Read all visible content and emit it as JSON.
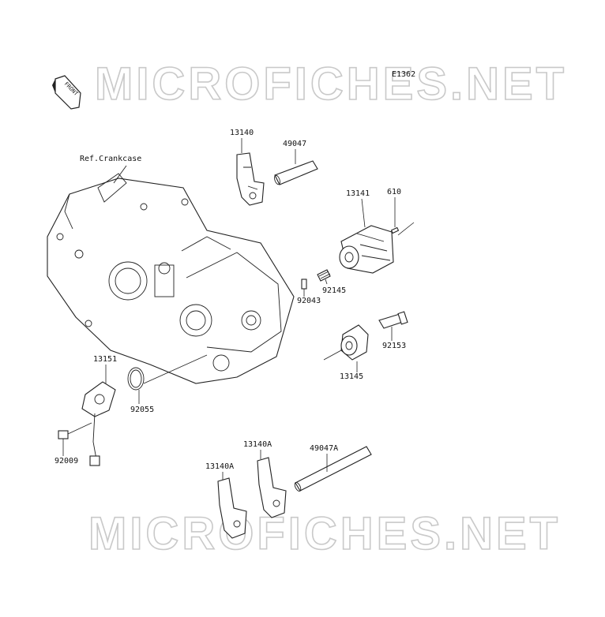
{
  "diagram_code": "E1362",
  "watermark_text": "MICROFICHES.NET",
  "front_badge": "FRONT",
  "reference": "Ref.Crankcase",
  "parts": {
    "p13140": "13140",
    "p49047": "49047",
    "p13141": "13141",
    "p610": "610",
    "p92145": "92145",
    "p92043": "92043",
    "p92153": "92153",
    "p13145": "13145",
    "p13151": "13151",
    "p92055": "92055",
    "p92009": "92009",
    "p13140A_1": "13140A",
    "p13140A_2": "13140A",
    "p49047A": "49047A"
  }
}
